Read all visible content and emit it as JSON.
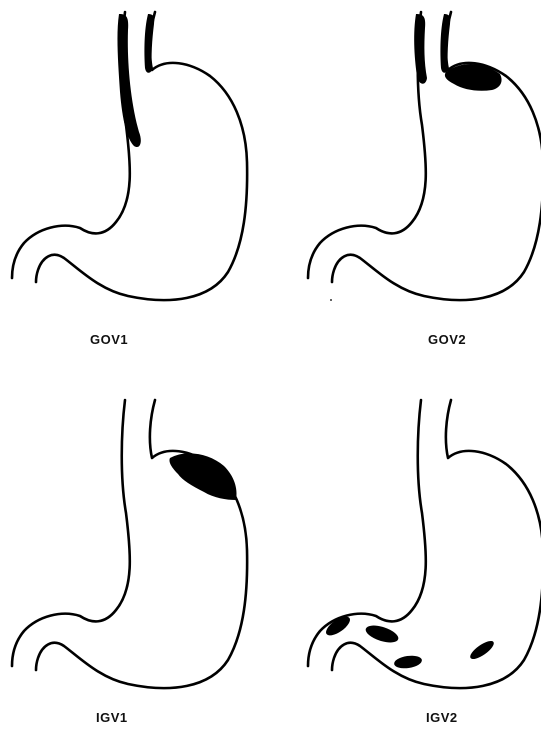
{
  "panels": [
    {
      "id": "gov1",
      "label": "GOV1"
    },
    {
      "id": "gov2",
      "label": "GOV2"
    },
    {
      "id": "igv1",
      "label": "IGV1"
    },
    {
      "id": "igv2",
      "label": "IGV2"
    }
  ],
  "colors": {
    "background": "#ffffff",
    "outline": "#000000",
    "varix": "#000000"
  }
}
